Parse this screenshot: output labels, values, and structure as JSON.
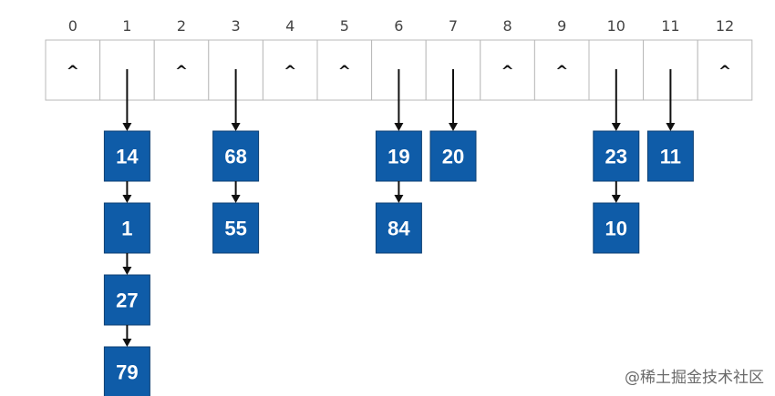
{
  "colors": {
    "node_fill": "#0f5ca8",
    "arrow": "#111111",
    "cell_border": "#b9b9b9"
  },
  "table": {
    "indices": [
      "0",
      "1",
      "2",
      "3",
      "4",
      "5",
      "6",
      "7",
      "8",
      "9",
      "10",
      "11",
      "12"
    ],
    "slots": [
      {
        "index": "0",
        "null_symbol": "^",
        "chain": []
      },
      {
        "index": "1",
        "null_symbol": "",
        "chain": [
          "14",
          "1",
          "27",
          "79"
        ]
      },
      {
        "index": "2",
        "null_symbol": "^",
        "chain": []
      },
      {
        "index": "3",
        "null_symbol": "",
        "chain": [
          "68",
          "55"
        ]
      },
      {
        "index": "4",
        "null_symbol": "^",
        "chain": []
      },
      {
        "index": "5",
        "null_symbol": "^",
        "chain": []
      },
      {
        "index": "6",
        "null_symbol": "",
        "chain": [
          "19",
          "84"
        ]
      },
      {
        "index": "7",
        "null_symbol": "",
        "chain": [
          "20"
        ]
      },
      {
        "index": "8",
        "null_symbol": "^",
        "chain": []
      },
      {
        "index": "9",
        "null_symbol": "^",
        "chain": []
      },
      {
        "index": "10",
        "null_symbol": "",
        "chain": [
          "23",
          "10"
        ]
      },
      {
        "index": "11",
        "null_symbol": "",
        "chain": [
          "11"
        ]
      },
      {
        "index": "12",
        "null_symbol": "^",
        "chain": []
      }
    ]
  },
  "watermark": "@稀土掘金技术社区"
}
